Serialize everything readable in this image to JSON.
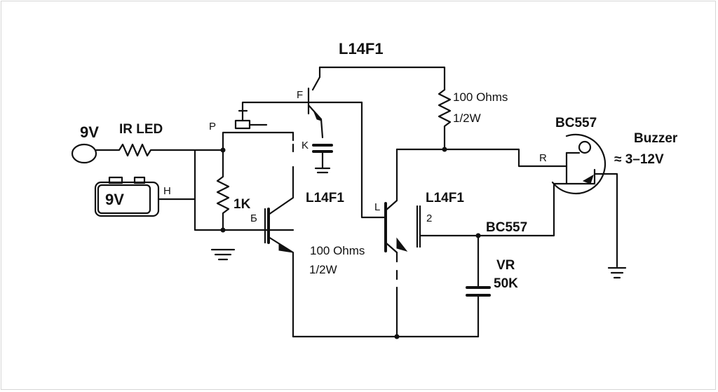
{
  "title": "L14F1",
  "source": {
    "battery_label": "9V",
    "battery_box_label": "9V",
    "battery_pin_label": "H"
  },
  "led": {
    "label": "IR LED"
  },
  "resistors": {
    "r1k": {
      "label": "1K"
    },
    "r_top": {
      "value": "100 Ohms",
      "power": "1/2W"
    },
    "r_mid": {
      "value": "100 Ohms",
      "power": "1/2W"
    }
  },
  "pin_labels": {
    "p": "P",
    "f": "F",
    "k": "K",
    "b": "Б",
    "l": "L",
    "two": "2",
    "r": "R"
  },
  "transistors": {
    "q1": {
      "label": "L14F1"
    },
    "q2": {
      "label": "L14F1"
    },
    "q2_out": {
      "label": "BC557"
    },
    "q3": {
      "label": "BC557"
    }
  },
  "vr": {
    "label": "VR",
    "value": "50K"
  },
  "buzzer": {
    "label": "Buzzer",
    "voltage": "≈ 3–12V"
  }
}
